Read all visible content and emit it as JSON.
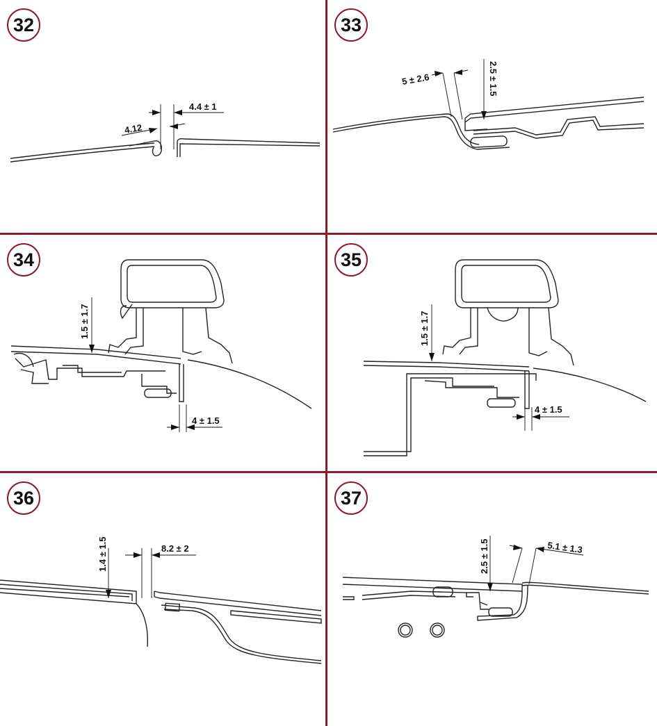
{
  "colors": {
    "divider": "#8b1a2b",
    "badge_border": "#8b1a2b",
    "line": "#222222"
  },
  "panels": [
    {
      "number": "32",
      "dims": [
        "4.4 ± 1",
        "4.12"
      ]
    },
    {
      "number": "33",
      "dims": [
        "5 ± 2.6",
        "2.5 ± 1.5"
      ]
    },
    {
      "number": "34",
      "dims": [
        "1.5 ± 1.7",
        "4 ± 1.5"
      ]
    },
    {
      "number": "35",
      "dims": [
        "1.5 ± 1.7",
        "4 ± 1.5"
      ]
    },
    {
      "number": "36",
      "dims": [
        "1.4 ± 1.5",
        "8.2 ± 2"
      ]
    },
    {
      "number": "37",
      "dims": [
        "2.5 ± 1.5",
        "5.1 ± 1.3"
      ]
    }
  ]
}
